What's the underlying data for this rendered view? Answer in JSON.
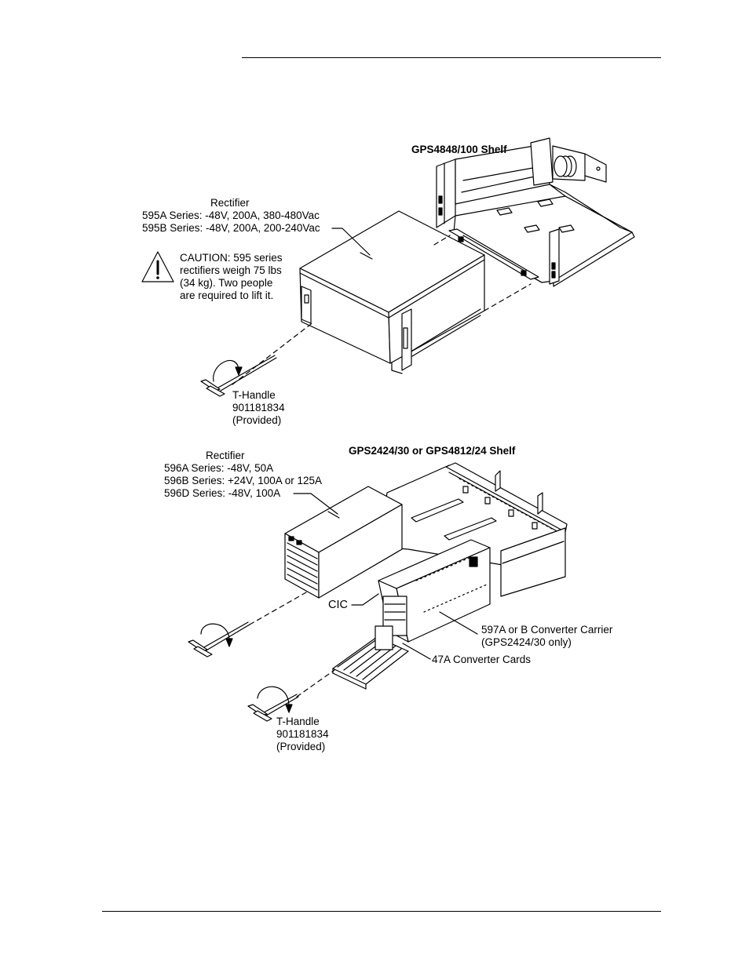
{
  "top_figure": {
    "shelf_title": "GPS4848/100 Shelf",
    "rectifier_heading": "Rectifier",
    "rectifier_lines": [
      "595A Series: -48V, 200A, 380-480Vac",
      "595B Series: -48V, 200A, 200-240Vac"
    ],
    "caution_lines": [
      "CAUTION: 595 series",
      "rectifiers weigh 75 lbs",
      "(34 kg).  Two people",
      "are required to lift it."
    ],
    "t_handle_lines": [
      "T-Handle",
      "901181834",
      "(Provided)"
    ]
  },
  "bottom_figure": {
    "shelf_title": "GPS2424/30 or GPS4812/24 Shelf",
    "rectifier_heading": "Rectifier",
    "rectifier_lines": [
      "596A Series: -48V, 50A",
      "596B Series: +24V, 100A or 125A",
      "596D Series: -48V, 100A"
    ],
    "cic_label": "CIC",
    "carrier_lines": [
      "597A or B Converter Carrier",
      "(GPS2424/30 only)"
    ],
    "converter_cards_label": "47A Converter Cards",
    "t_handle_lines": [
      "T-Handle",
      "901181834",
      "(Provided)"
    ]
  }
}
